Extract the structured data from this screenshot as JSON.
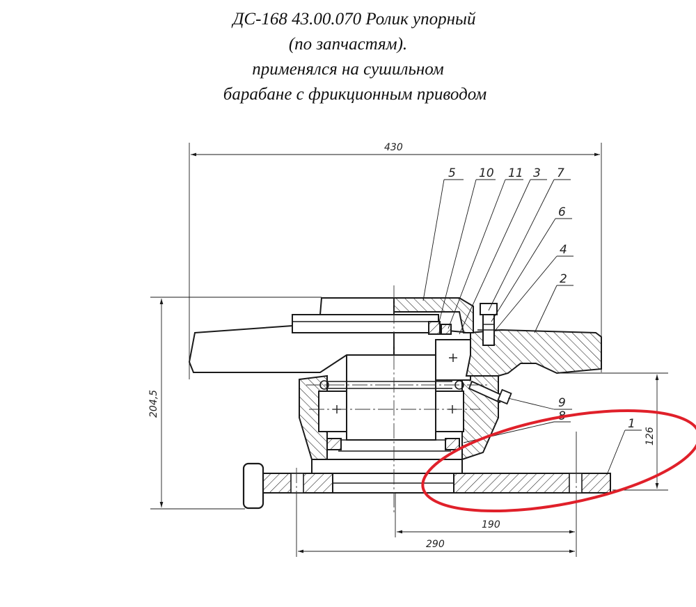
{
  "title": {
    "line1": "ДС-168 43.00.070 Ролик упорный",
    "line2": "(по запчастям).",
    "line3": "применялся на сушильном",
    "line4": "барабане с фрикционным приводом"
  },
  "dimensions": {
    "width_total": "430",
    "height_total": "204,5",
    "height_right": "126",
    "bolt_distance": "190",
    "base_length": "290"
  },
  "part_numbers": {
    "p5": "5",
    "p10": "10",
    "p11": "11",
    "p3": "3",
    "p7": "7",
    "p6": "6",
    "p4": "4",
    "p2": "2",
    "p9": "9",
    "p8": "8",
    "p1": "1"
  },
  "highlight_color": "#e0202a"
}
